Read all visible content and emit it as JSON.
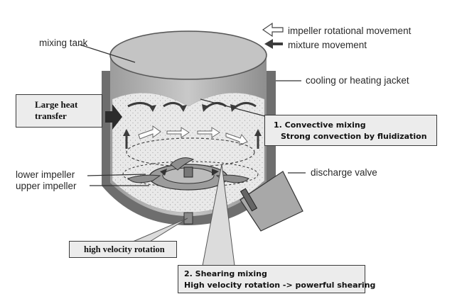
{
  "labels": {
    "mixing_tank": "mixing tank",
    "cooling_jacket": "cooling or heating jacket",
    "discharge_valve": "discharge valve",
    "lower_impeller": "lower impeller",
    "upper_impeller": "upper impeller"
  },
  "legend": {
    "impeller_movement": "impeller rotational movement",
    "mixture_movement": "mixture movement"
  },
  "callouts": {
    "heat_transfer": [
      "Large heat",
      "transfer"
    ],
    "convective": [
      "1.  Convective mixing",
      "Strong convection by fluidization"
    ],
    "high_velocity": "high velocity rotation",
    "shearing": [
      "2. Shearing mixing",
      "High velocity rotation -> powerful shearing"
    ]
  },
  "colors": {
    "tank_fill": "#d2d2d2",
    "jacket": "#6e6e6e",
    "callout_bg": "#ececec",
    "arrow_dark": "#3c3c3c"
  }
}
